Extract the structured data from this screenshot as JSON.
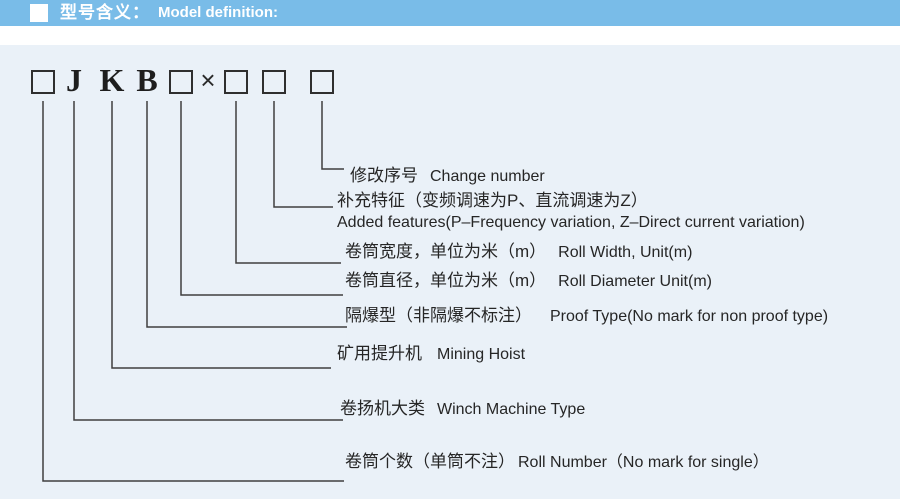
{
  "header": {
    "title_cn": "型号含义：",
    "title_en": "Model definition:"
  },
  "model": {
    "chars": [
      "J",
      "K",
      "B"
    ],
    "times": "×",
    "box_count": 5
  },
  "labels": [
    {
      "cn": "修改序号",
      "en": "Change number"
    },
    {
      "cn": "补充特征（变频调速为P、直流调速为Z）",
      "en": "Added features(P–Frequency variation, Z–Direct current variation)"
    },
    {
      "cn": "卷筒宽度，单位为米（m）",
      "en": "Roll Width, Unit(m)"
    },
    {
      "cn": "卷筒直径，单位为米（m）",
      "en": "Roll Diameter Unit(m)"
    },
    {
      "cn": "隔爆型（非隔爆不标注）",
      "en": "Proof Type(No mark for non proof type)"
    },
    {
      "cn": "矿用提升机",
      "en": "Mining Hoist"
    },
    {
      "cn": "卷扬机大类",
      "en": "Winch Machine Type"
    },
    {
      "cn": "卷筒个数（单筒不注）",
      "en": "Roll Number（No mark for single）"
    }
  ],
  "colors": {
    "header_bar": "#79BCE8",
    "header_square": "#FFFFFF",
    "page_bg": "#EAF1F8",
    "line": "#3F3F3F",
    "text": "#262626"
  }
}
